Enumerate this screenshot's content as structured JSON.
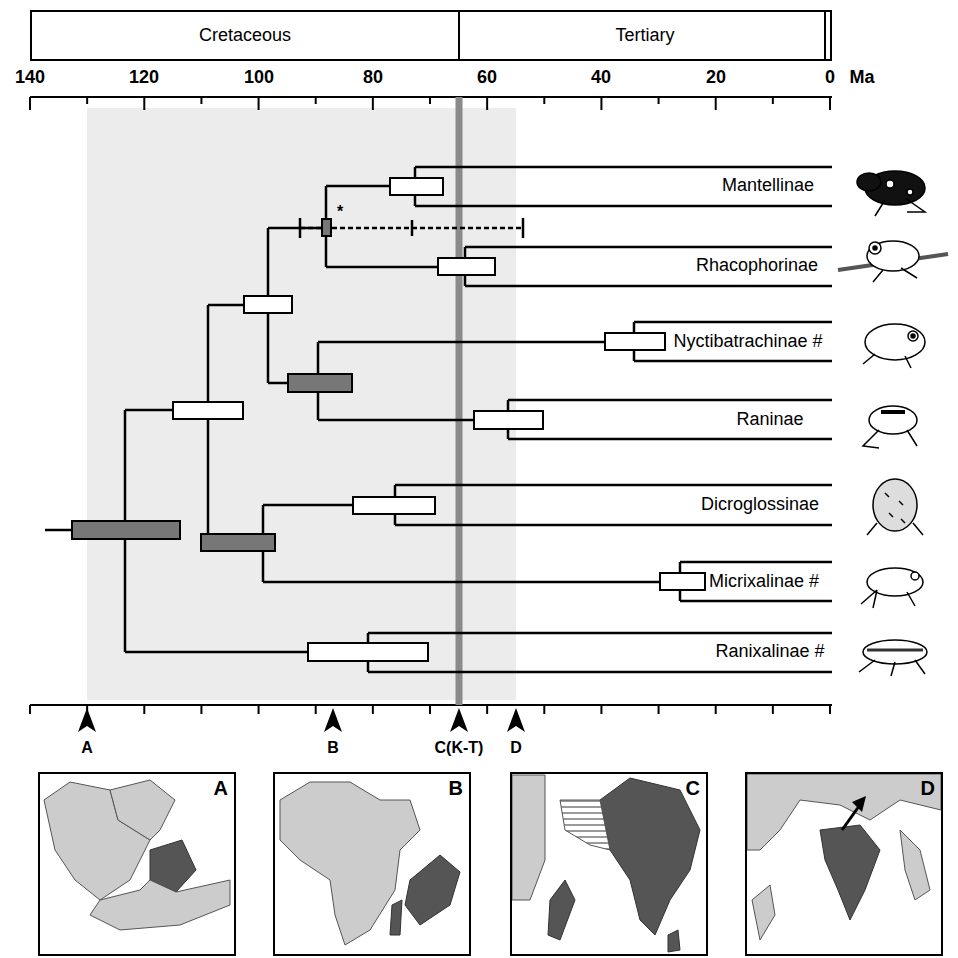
{
  "diagram": {
    "nodes": [
      {
        "text": [
          "Cretaceous"
        ]
      },
      {
        "text": [
          "Tertiary"
        ]
      },
      {
        "text": [
          "A"
        ]
      },
      {
        "text": [
          "B"
        ]
      },
      {
        "text": [
          "C"
        ]
      },
      {
        "text": [
          "D"
        ]
      }
    ],
    "labels": [
      "140",
      "120",
      "100",
      "80",
      "60",
      "40",
      "20",
      "0",
      "Ma",
      "Mantellinae",
      "Rhacophorinae",
      "Nyctibatrachinae #",
      "Raninae",
      "Dicroglossinae",
      "Micrixalinae #",
      "Ranixalinae #",
      "*",
      "A",
      "B",
      "C(K-T)",
      "D"
    ]
  }
}
